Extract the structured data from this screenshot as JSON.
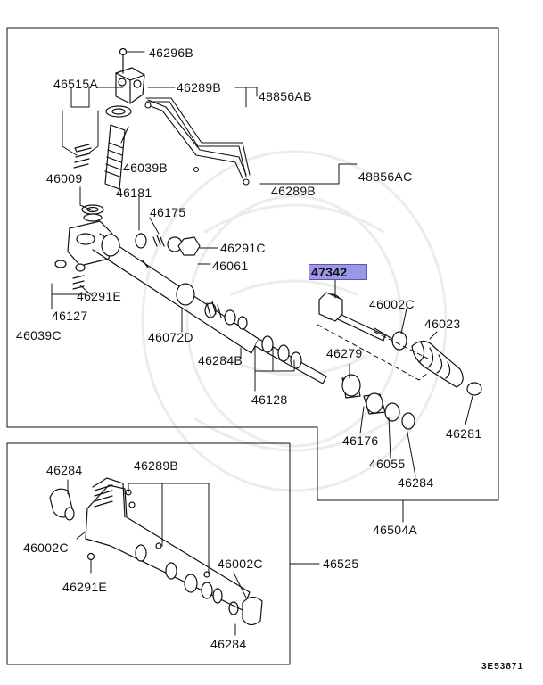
{
  "callouts": {
    "p46296B": "46296B",
    "p46515A": "46515A",
    "p46289B_top": "46289B",
    "p48856AB": "48856AB",
    "p46039B": "46039B",
    "p46009": "46009",
    "p46181": "46181",
    "p46175": "46175",
    "p48856AC": "48856AC",
    "p46289B_mid": "46289B",
    "p46291C": "46291C",
    "p46061": "46061",
    "p47342": "47342",
    "p46291E_top": "46291E",
    "p46127": "46127",
    "p46039C": "46039C",
    "p46072D": "46072D",
    "p46002C_top": "46002C",
    "p46023": "46023",
    "p46284B": "46284B",
    "p46279": "46279",
    "p46128": "46128",
    "p46281": "46281",
    "p46176": "46176",
    "p46055": "46055",
    "p46284_right": "46284",
    "p46504A": "46504A",
    "p46284_bl": "46284",
    "p46289B_bot": "46289B",
    "p46002C_bl": "46002C",
    "p46002C_br": "46002C",
    "p46525": "46525",
    "p46291E_bot": "46291E",
    "p46284_bot": "46284"
  },
  "highlight": {
    "part": "47342",
    "color": "#9c97e6"
  },
  "diagram_code": "3E53871"
}
